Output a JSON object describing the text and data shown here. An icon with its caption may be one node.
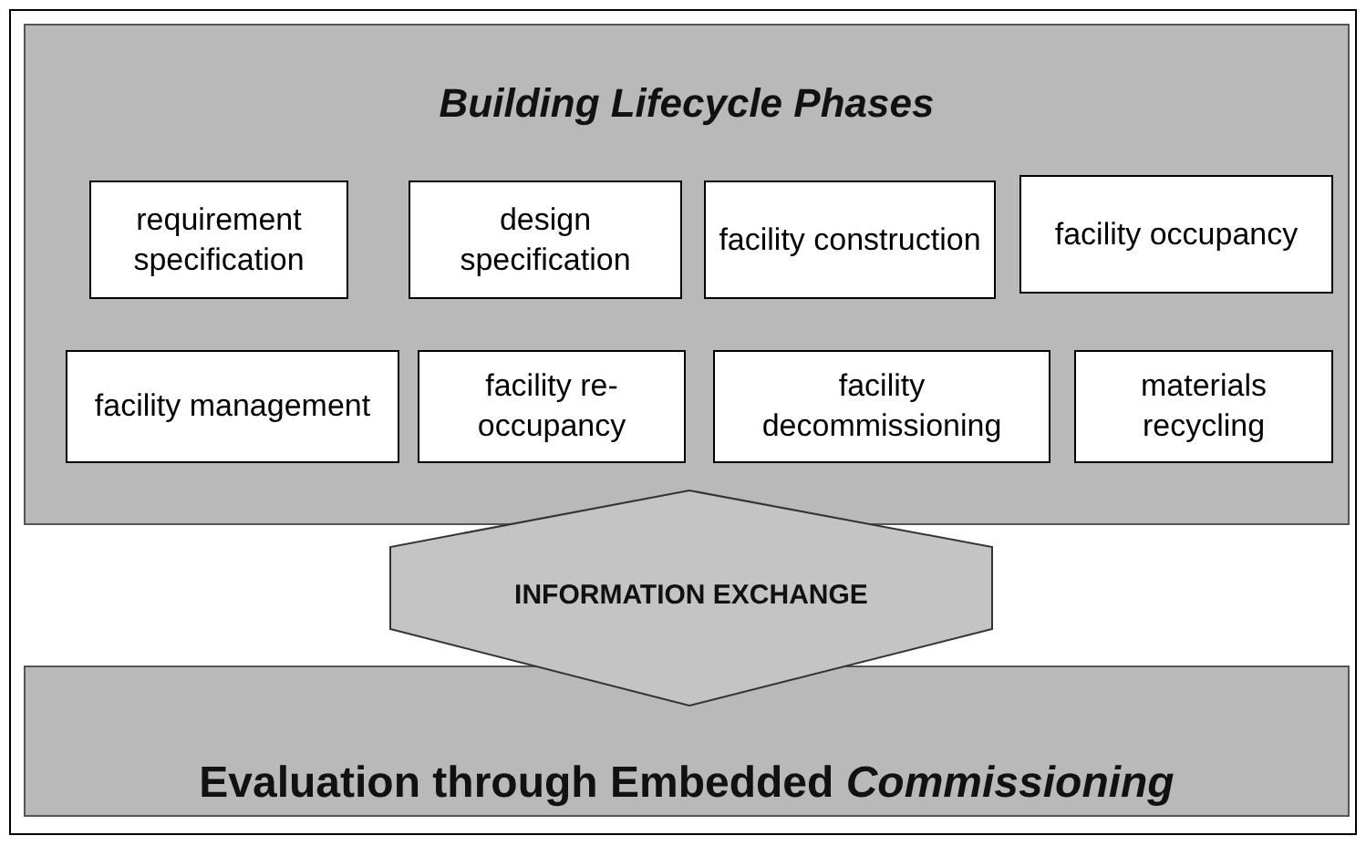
{
  "diagram": {
    "nodes": [
      {
        "text": [
          "Building Lifecycle Phases"
        ]
      },
      {
        "text": [
          "requirement specification"
        ],
        "in": 0
      },
      {
        "text": [
          "design specification"
        ],
        "in": 0
      },
      {
        "text": [
          "facility construction"
        ],
        "in": 0
      },
      {
        "text": [
          "facility occupancy"
        ],
        "in": 0
      },
      {
        "text": [
          "facility management"
        ],
        "in": 0
      },
      {
        "text": [
          "facility re-occupancy"
        ],
        "in": 0
      },
      {
        "text": [
          "facility decommissioning"
        ],
        "in": 0
      },
      {
        "text": [
          "materials recycling"
        ],
        "in": 0
      },
      {
        "text": [
          "Evaluation through Embedded *Commissioning*"
        ]
      },
      {
        "text": [
          "INFORMATION EXCHANGE"
        ]
      }
    ]
  }
}
